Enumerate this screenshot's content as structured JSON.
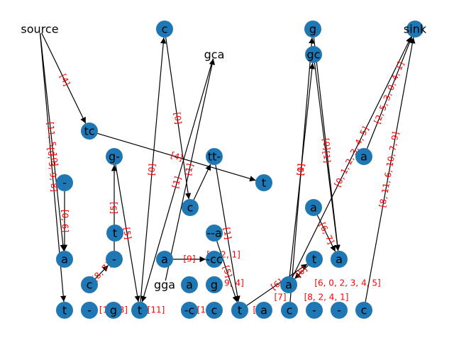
{
  "graph": {
    "nodes": [
      {
        "id": "source",
        "label": "source",
        "circle": false
      },
      {
        "id": "sink",
        "label": "sink",
        "circle": true
      },
      {
        "id": "c_top",
        "label": "c",
        "circle": true
      },
      {
        "id": "g_top",
        "label": "g",
        "circle": true
      },
      {
        "id": "gc",
        "label": "gc",
        "circle": true
      },
      {
        "id": "gca",
        "label": "gca",
        "circle": false
      },
      {
        "id": "tc",
        "label": "tc",
        "circle": true
      },
      {
        "id": "gdash",
        "label": "g-",
        "circle": true
      },
      {
        "id": "ttdash",
        "label": "tt-",
        "circle": true
      },
      {
        "id": "a_right",
        "label": "a",
        "circle": true
      },
      {
        "id": "dash_left",
        "label": "-",
        "circle": true
      },
      {
        "id": "t_mid",
        "label": "t",
        "circle": true
      },
      {
        "id": "c_mid",
        "label": "c",
        "circle": true
      },
      {
        "id": "a_mid_right",
        "label": "a",
        "circle": true
      },
      {
        "id": "dash_a",
        "label": "--a",
        "circle": true
      },
      {
        "id": "t_left",
        "label": "t",
        "circle": true
      },
      {
        "id": "a_left",
        "label": "a",
        "circle": true
      },
      {
        "id": "dash2",
        "label": "-",
        "circle": true
      },
      {
        "id": "a_center",
        "label": "a",
        "circle": true
      },
      {
        "id": "cc",
        "label": "-cc",
        "circle": true
      },
      {
        "id": "a_r2",
        "label": "a",
        "circle": true
      },
      {
        "id": "t_r",
        "label": "t",
        "circle": true
      },
      {
        "id": "a_r3",
        "label": "a",
        "circle": true
      },
      {
        "id": "c_low",
        "label": "c",
        "circle": true
      },
      {
        "id": "gga",
        "label": "gga",
        "circle": false
      },
      {
        "id": "a_low",
        "label": "a",
        "circle": true
      },
      {
        "id": "g_low",
        "label": "g",
        "circle": true
      },
      {
        "id": "t_b1",
        "label": "t",
        "circle": true
      },
      {
        "id": "dash_b",
        "label": "-",
        "circle": true
      },
      {
        "id": "g_b",
        "label": "g",
        "circle": true
      },
      {
        "id": "t_b2",
        "label": "t",
        "circle": true
      },
      {
        "id": "c_b1",
        "label": "-c",
        "circle": true
      },
      {
        "id": "c_b2",
        "label": "c",
        "circle": true
      },
      {
        "id": "t_b3",
        "label": "t",
        "circle": true
      },
      {
        "id": "a_b",
        "label": "a",
        "circle": true
      },
      {
        "id": "c_b3",
        "label": "c",
        "circle": true
      },
      {
        "id": "dash_b2",
        "label": "-",
        "circle": true
      },
      {
        "id": "dash_b3",
        "label": "-",
        "circle": true
      },
      {
        "id": "c_b4",
        "label": "c",
        "circle": true
      }
    ],
    "edges": [
      {
        "from": "source",
        "to": "tc",
        "label": "[4]"
      },
      {
        "from": "source",
        "to": "t_b1",
        "label": "[0, 3, 9, 8]"
      },
      {
        "from": "source",
        "to": "a_left",
        "label": "[11, 5, 10]"
      },
      {
        "from": "tc",
        "to": "t_mid",
        "label": "[4]"
      },
      {
        "from": "c_top",
        "to": "c_mid",
        "label": "[0]"
      },
      {
        "from": "t_b2",
        "to": "c_top",
        "label": "[0]"
      },
      {
        "from": "gca",
        "to": "t_b2",
        "label": "[1]"
      },
      {
        "from": "gga",
        "to": "gca",
        "label": "[1]"
      },
      {
        "from": "ttdash",
        "to": "t_b3",
        "label": "[1]"
      },
      {
        "from": "c_mid",
        "to": "ttdash",
        "label": ""
      },
      {
        "from": "gdash",
        "to": "t_b2",
        "label": "[5]"
      },
      {
        "from": "dash2",
        "to": "gdash",
        "label": "[5]"
      },
      {
        "from": "t_r",
        "to": "a_r2",
        "label": "[6]"
      },
      {
        "from": "t_b3",
        "to": "t_r",
        "label": "[6]"
      },
      {
        "from": "a_r2",
        "to": "gc",
        "label": "[1]"
      },
      {
        "from": "c_b3",
        "to": "g_top",
        "label": "[0]"
      },
      {
        "from": "gc",
        "to": "a_r3",
        "label": "[1]"
      },
      {
        "from": "g_top",
        "to": "a_r3",
        "label": "[0]"
      },
      {
        "from": "a_right",
        "to": "sink",
        "label": "[2, 5, 3, 0, 4, 1]"
      },
      {
        "from": "c_b4",
        "to": "sink",
        "label": "[8, 11, 6, 10, 7, 9]"
      },
      {
        "from": "a_r2",
        "to": "sink",
        "label": "[0, 1, 2, 3, 4, 5]"
      },
      {
        "from": "dash_a",
        "to": "t_b3",
        "label": "[5]"
      },
      {
        "from": "a_center",
        "to": "cc",
        "label": "[9]"
      },
      {
        "from": "a_mid_right",
        "to": "a_r3",
        "label": "[6, 7]"
      },
      {
        "from": "c_low",
        "to": "dash2",
        "label": "[8, 7]"
      },
      {
        "from": "dash_left",
        "to": "a_left",
        "label": "[0, 6]"
      }
    ],
    "bottom_labels": [
      {
        "text": "[11, 8]"
      },
      {
        "text": "[11]"
      },
      {
        "text": "[11]"
      },
      {
        "text": "[8]"
      },
      {
        "text": "[7]"
      },
      {
        "text": "[8, 2, 4, 1]"
      },
      {
        "text": "[6, 0, 2, 3, 4, 5]"
      },
      {
        "text": "[0, 2, 1]"
      },
      {
        "text": "[8, 9, 4]"
      }
    ]
  }
}
